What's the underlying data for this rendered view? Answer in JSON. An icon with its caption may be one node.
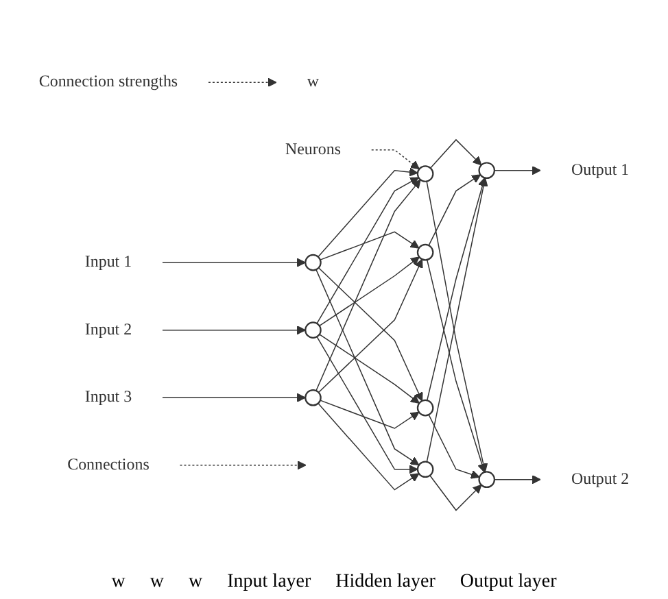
{
  "diagram": {
    "nodes": [
      {
        "text": [
          "Connection strengths"
        ]
      },
      {
        "text": [
          "w"
        ]
      },
      {
        "text": [
          "Neurons"
        ]
      },
      {
        "text": [
          "Connections"
        ]
      },
      {
        "text": [
          "Input 1"
        ]
      },
      {
        "text": [
          "Input 2"
        ]
      },
      {
        "text": [
          "Input 3"
        ]
      },
      {
        "text": [],
        "shape": "circle"
      },
      {
        "text": [],
        "shape": "circle"
      },
      {
        "text": [],
        "shape": "circle"
      },
      {
        "text": [],
        "shape": "circle"
      },
      {
        "text": [],
        "shape": "circle"
      },
      {
        "text": [],
        "shape": "circle"
      },
      {
        "text": [],
        "shape": "circle"
      },
      {
        "text": [],
        "shape": "circle"
      },
      {
        "text": [],
        "shape": "circle"
      },
      {
        "text": [
          "Output 1"
        ]
      },
      {
        "text": [
          "Output 2"
        ]
      }
    ],
    "edges": [
      {
        "from": 0,
        "to": 1,
        "arrow": "to",
        "style": "dashed"
      },
      {
        "from": 2,
        "to": 10,
        "arrow": "to",
        "style": "dashed"
      },
      {
        "from": 3,
        "to": null,
        "arrow": "to",
        "style": "dashed"
      },
      {
        "from": 4,
        "to": 7,
        "arrow": "to"
      },
      {
        "from": 5,
        "to": 8,
        "arrow": "to"
      },
      {
        "from": 6,
        "to": 9,
        "arrow": "to"
      },
      {
        "from": 7,
        "to": 10,
        "arrow": "to"
      },
      {
        "from": 7,
        "to": 11,
        "arrow": "to"
      },
      {
        "from": 7,
        "to": 12,
        "arrow": "to"
      },
      {
        "from": 7,
        "to": 13,
        "arrow": "to"
      },
      {
        "from": 8,
        "to": 10,
        "arrow": "to"
      },
      {
        "from": 8,
        "to": 11,
        "arrow": "to"
      },
      {
        "from": 8,
        "to": 12,
        "arrow": "to"
      },
      {
        "from": 8,
        "to": 13,
        "arrow": "to"
      },
      {
        "from": 9,
        "to": 10,
        "arrow": "to"
      },
      {
        "from": 9,
        "to": 11,
        "arrow": "to"
      },
      {
        "from": 9,
        "to": 12,
        "arrow": "to"
      },
      {
        "from": 9,
        "to": 13,
        "arrow": "to"
      },
      {
        "from": 10,
        "to": 14,
        "arrow": "to"
      },
      {
        "from": 10,
        "to": 15,
        "arrow": "to"
      },
      {
        "from": 11,
        "to": 14,
        "arrow": "to"
      },
      {
        "from": 11,
        "to": 15,
        "arrow": "to"
      },
      {
        "from": 12,
        "to": 14,
        "arrow": "to"
      },
      {
        "from": 12,
        "to": 15,
        "arrow": "to"
      },
      {
        "from": 13,
        "to": 14,
        "arrow": "to"
      },
      {
        "from": 13,
        "to": 15,
        "arrow": "to"
      },
      {
        "from": 14,
        "to": 16,
        "arrow": "to"
      },
      {
        "from": 15,
        "to": 17,
        "arrow": "to"
      }
    ],
    "labels": [
      "w",
      "w",
      "w",
      "Input layer",
      "Hidden layer",
      "Output layer"
    ]
  }
}
